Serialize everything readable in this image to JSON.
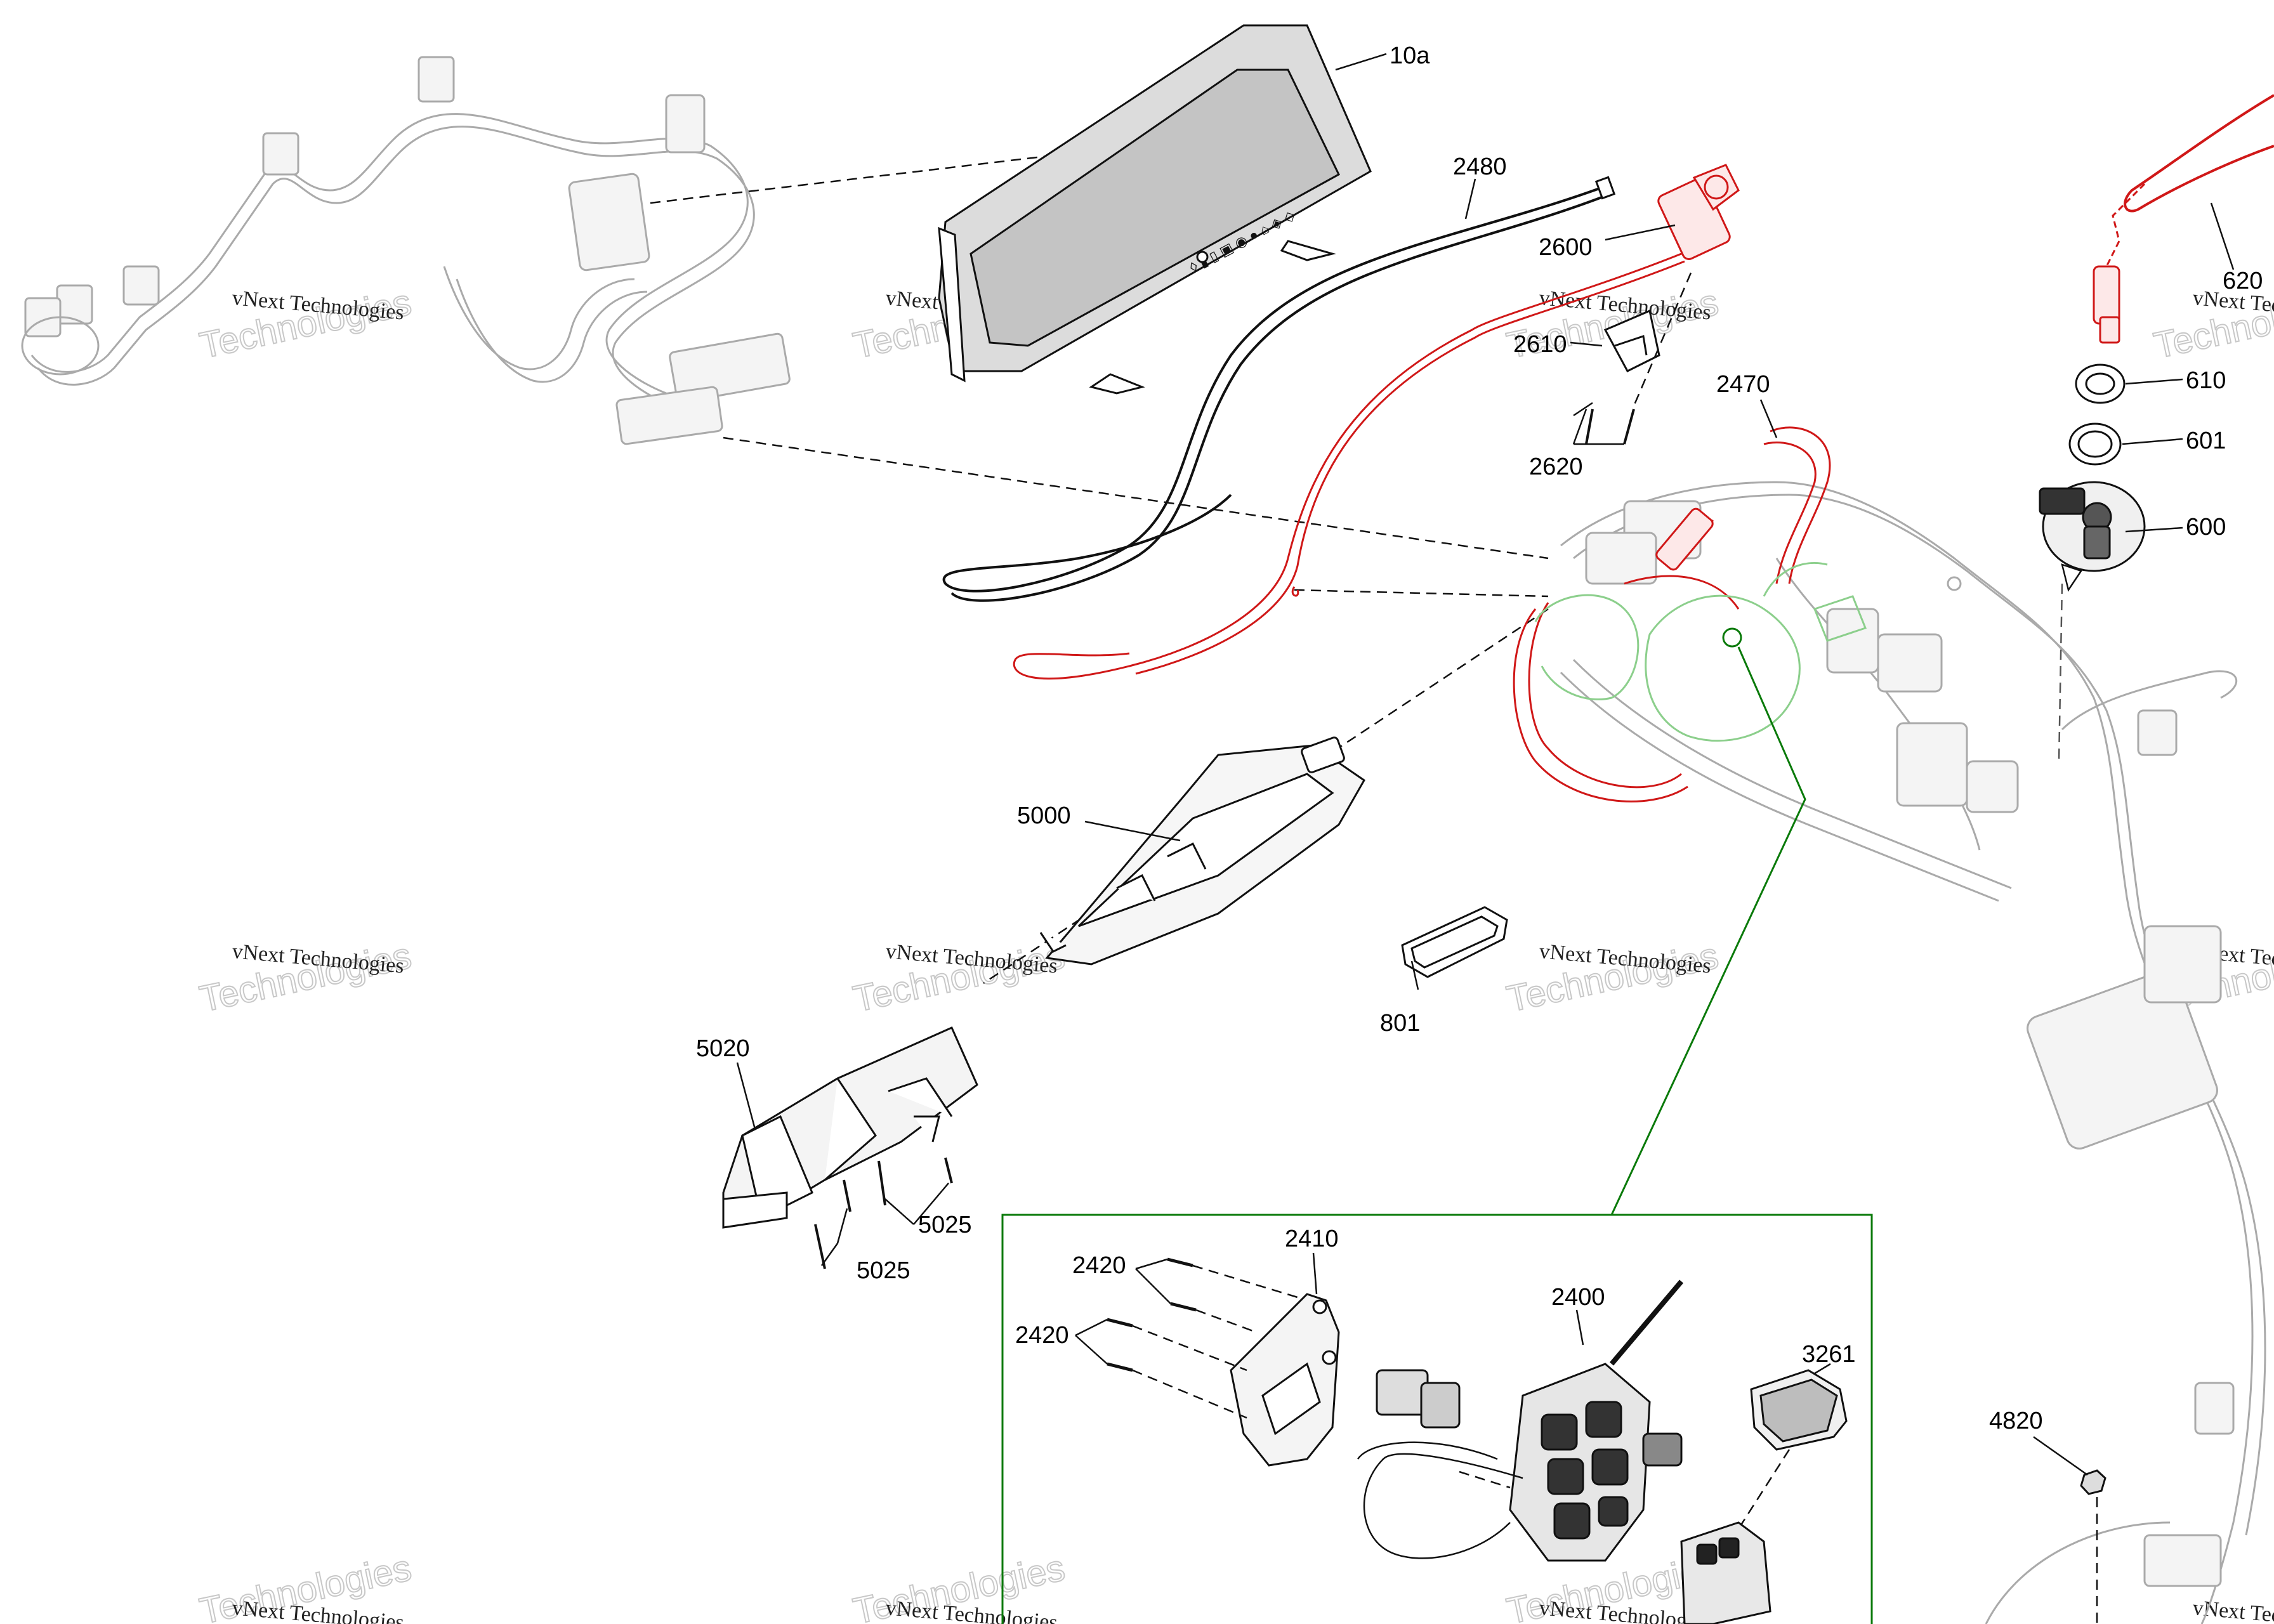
{
  "diagram": {
    "callouts": {
      "c10a": "10a",
      "c2480": "2480",
      "c2600": "2600",
      "c2610": "2610",
      "c2620": "2620",
      "c2470": "2470",
      "c620": "620",
      "c610": "610",
      "c601": "601",
      "c600": "600",
      "c5000": "5000",
      "c801": "801",
      "c5020": "5020",
      "c5025a": "5025",
      "c5025b": "5025",
      "c2410": "2410",
      "c2420a": "2420",
      "c2420b": "2420",
      "c2400": "2400",
      "c3261": "3261",
      "c4820": "4820"
    },
    "watermark": {
      "line1": "vNext Technologies",
      "line2": "Technologies"
    },
    "colors": {
      "highlight_red": "#d01818",
      "detail_green": "#0a7a0a",
      "ghost_grey": "#aaaaaa"
    }
  }
}
